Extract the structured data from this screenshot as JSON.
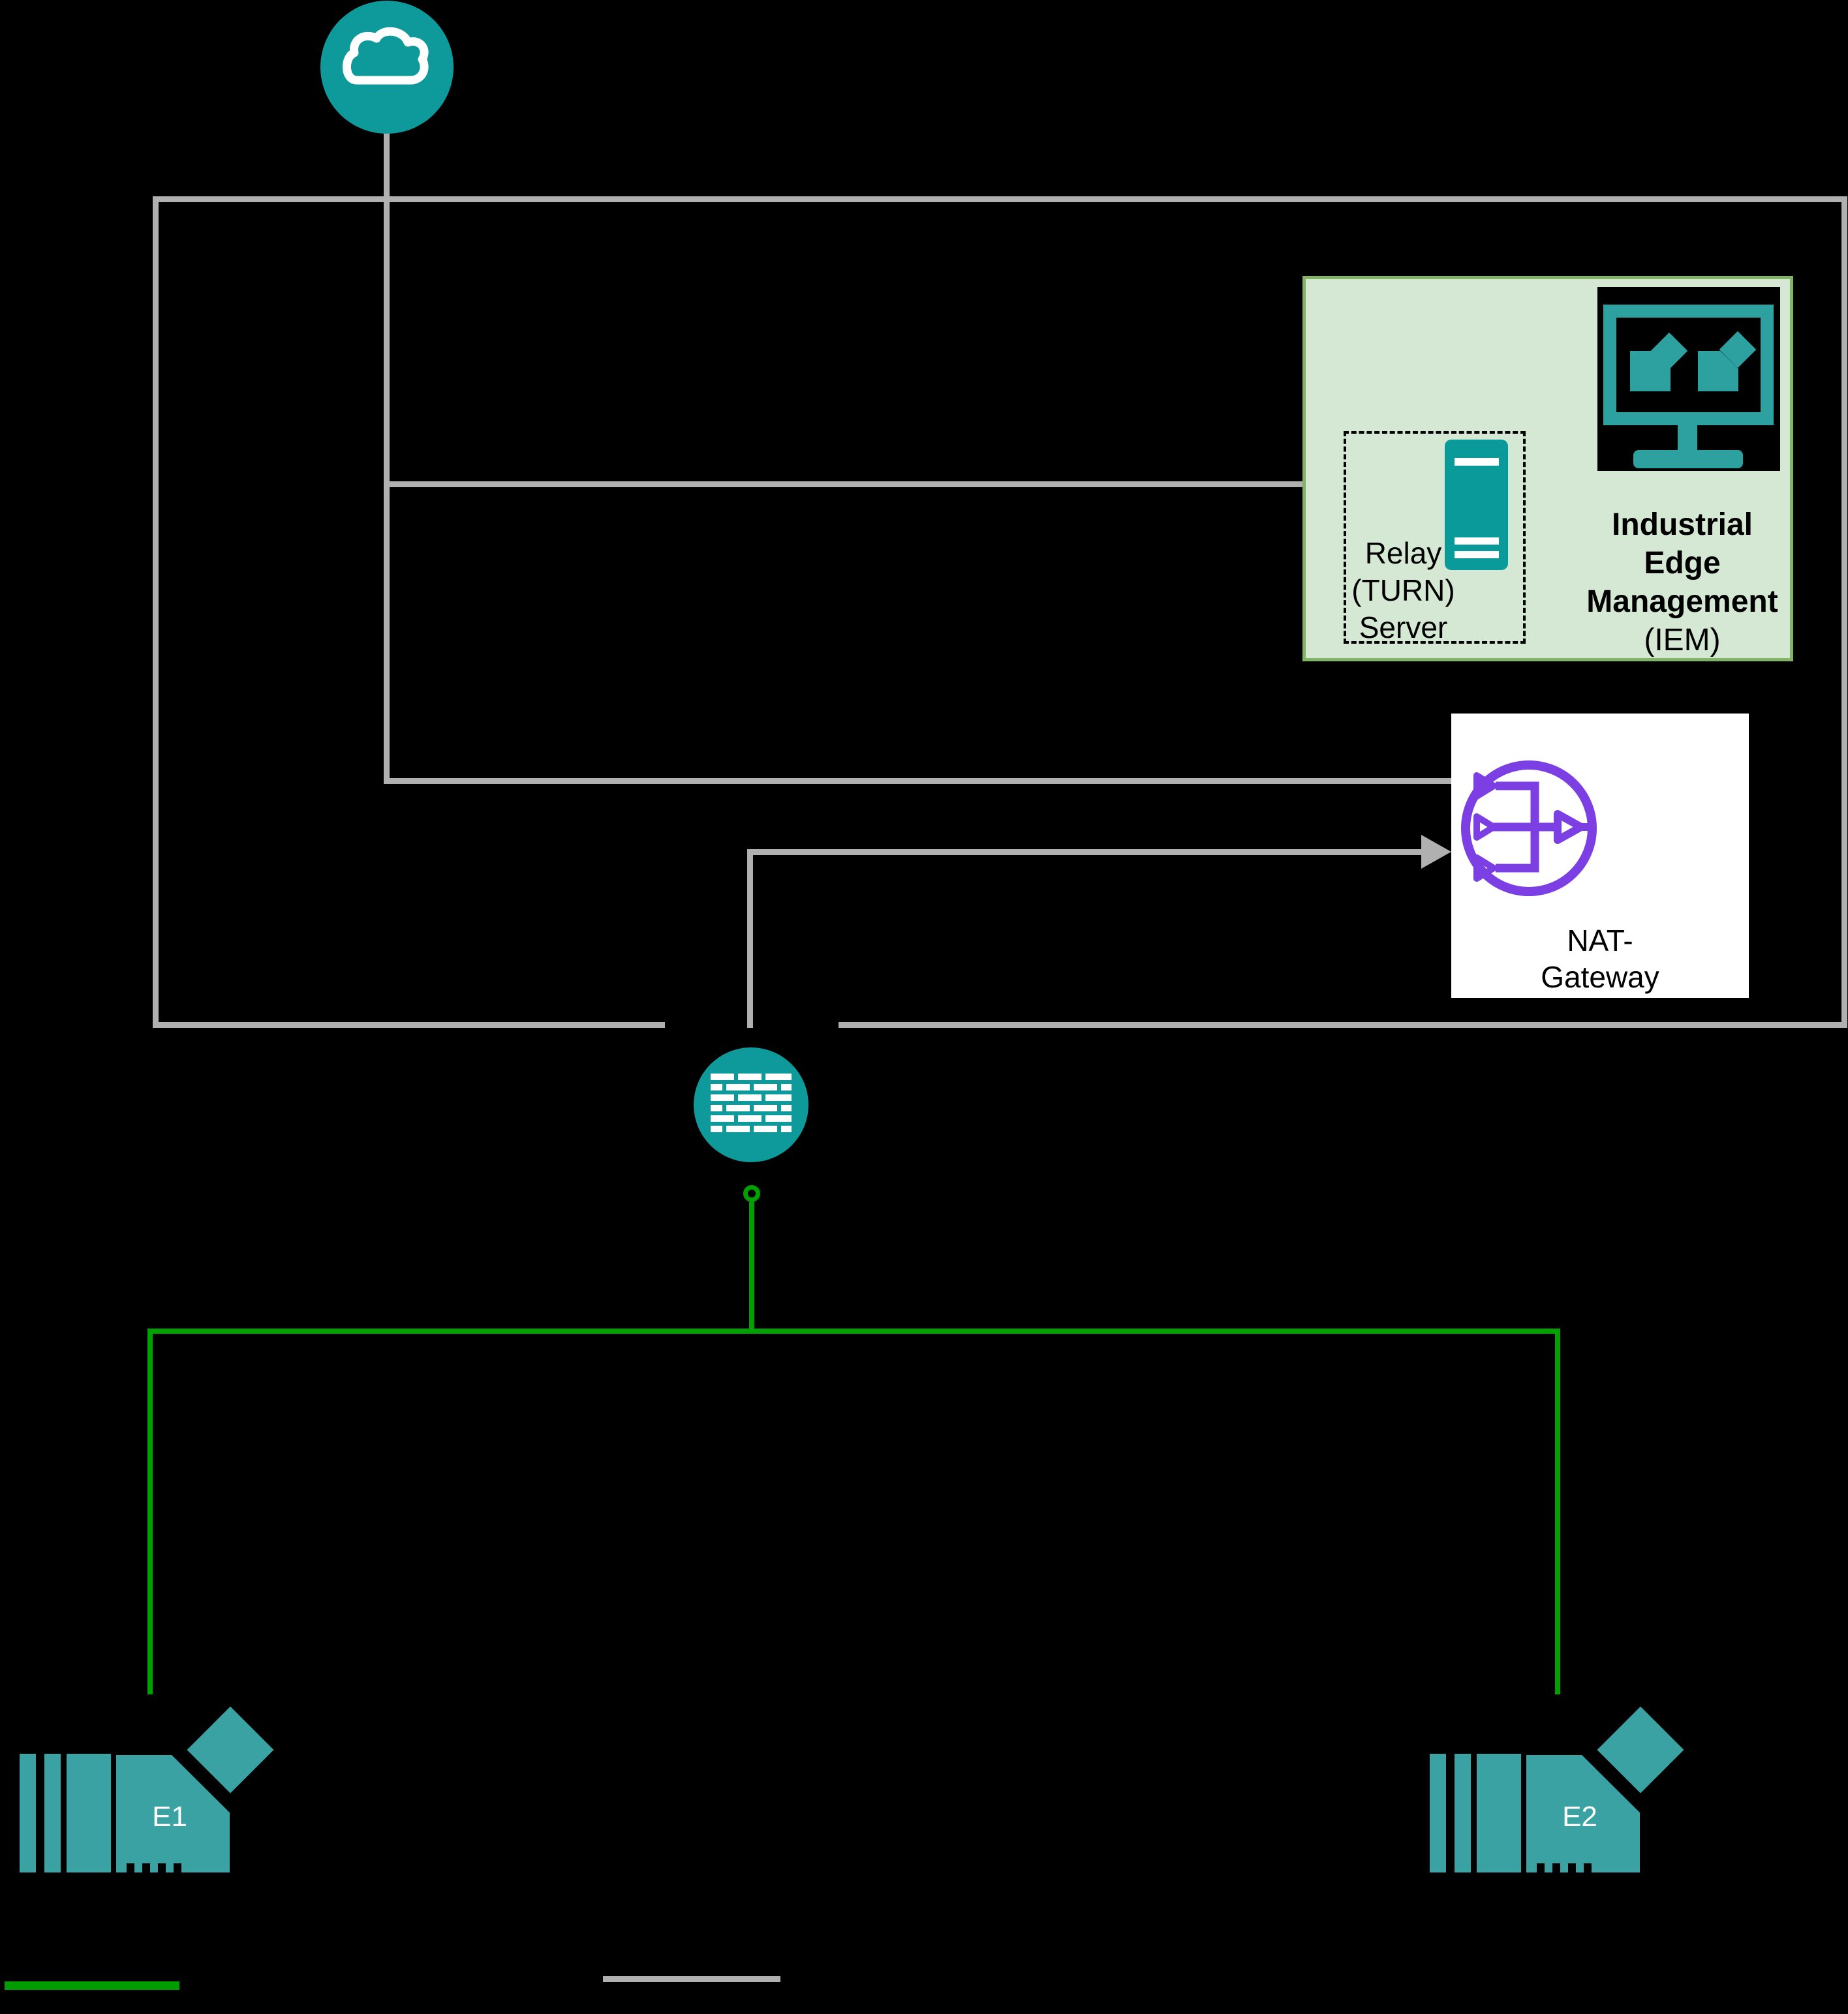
{
  "diagram": {
    "iem_box": {
      "title_lines": [
        "Industrial",
        "Edge",
        "Management"
      ],
      "subtitle": "(IEM)",
      "relay_lines": [
        "Relay",
        "(TURN)",
        "Server"
      ]
    },
    "nat_box": {
      "label_lines": [
        "NAT-",
        "Gateway"
      ]
    },
    "edge_devices": [
      {
        "label": "E1"
      },
      {
        "label": "E2"
      }
    ],
    "icons": {
      "cloud": "internet-cloud-icon",
      "firewall": "firewall-icon",
      "relay_server": "relay-server-icon",
      "iem_monitor": "iem-monitor-icon",
      "nat_gateway": "nat-gateway-icon",
      "edge_device": "edge-device-icon"
    },
    "colors": {
      "background": "#000000",
      "teal_circle": "#0e9a9a",
      "device_teal": "#3aa2a2",
      "monitor_teal": "#2da0a0",
      "green_line": "#00a000",
      "legend_green": "#009c00",
      "gray_line": "#b0b0b0",
      "iem_fill": "#d5e8d4",
      "iem_border": "#82b366",
      "nat_purple": "#7b3fe4",
      "nat_fill": "#ffffff",
      "text_dark": "#000000",
      "text_light": "#ffffff"
    },
    "legend": {
      "items": [
        {
          "name": "green-line-sample",
          "color": "#009c00"
        },
        {
          "name": "gray-line-sample",
          "color": "#b0b0b0"
        }
      ]
    }
  }
}
